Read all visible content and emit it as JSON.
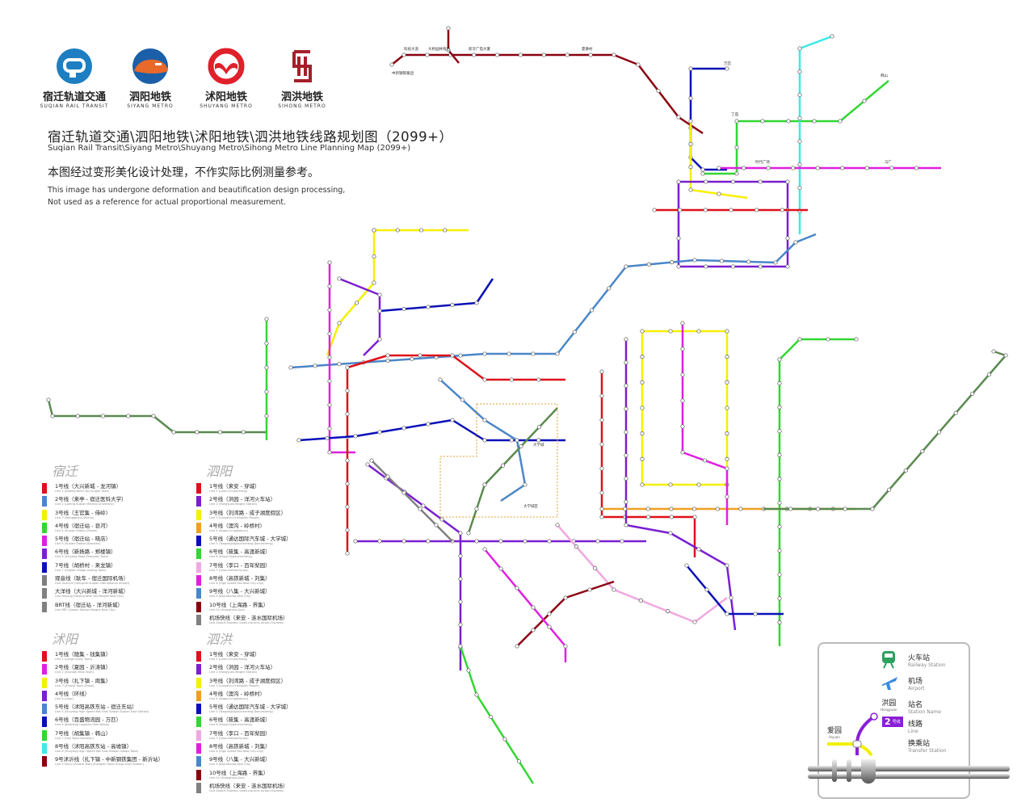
{
  "logos": [
    {
      "cn": "宿迁轨道交通",
      "en": "SUQIAN RAIL TRANSIT",
      "color": "#1d7fc1"
    },
    {
      "cn": "泗阳地铁",
      "en": "SIYANG METRO",
      "color": "#e8692a"
    },
    {
      "cn": "沭阳地铁",
      "en": "SHUYANG METRO",
      "color": "#e0202a"
    },
    {
      "cn": "泗洪地铁",
      "en": "SIHONG METRO",
      "color": "#a3202a"
    }
  ],
  "header": {
    "title": "宿迁轨道交通\\泗阳地铁\\沭阳地铁\\泗洪地铁线路规划图（2099+）",
    "subtitle": "Suqian Rail Transit\\Siyang Metro\\Shuyang Metro\\Sihong Metro Line Planning Map (2099+)",
    "notice": "本图经过变形美化设计处理，不作实际比例测量参考。",
    "notice_en_1": "This image has undergone deformation and beautification design processing,",
    "notice_en_2": "Not used as a reference for actual proportional measurement."
  },
  "legends": [
    {
      "city": "宿迁",
      "lines": [
        {
          "cn": "1号线（大兴新城 - 龙河镇）",
          "en": "Line 1 (Daxing New City-Longhe Town)",
          "color": "#e0101a"
        },
        {
          "cn": "2号线（来亭 - 宿迁医科大学）",
          "en": "Line 2 (Laiting-Suqian Medical University)",
          "color": "#4a86c8"
        },
        {
          "cn": "3号线（王官集 - 侍岭）",
          "en": "Line 3 (Wangguanji-Shiling)",
          "color": "#f5f000"
        },
        {
          "cn": "4号线（宿迁站 - 皂河）",
          "en": "Line 4 (Suqian Station-Zaohe)",
          "color": "#33d633"
        },
        {
          "cn": "5号线（宿迁站 - 晓店）",
          "en": "Line 5 (Suqian Station-Xiaodian)",
          "color": "#e020e0"
        },
        {
          "cn": "6号线（新扬路 - 郑楼镇）",
          "en": "Line 6 (Xinyang Road-Zhenglou Town)",
          "color": "#7a1fd0"
        },
        {
          "cn": "7号线（胡桥村 - 来龙镇）",
          "en": "Line 7 (Huqiao Village-Lailong Town)",
          "color": "#0a10b8"
        },
        {
          "cn": "观音线（耿车 - 宿迁国际机场）",
          "en": "Line Guanyin (Gengche-Suqian International Airport)",
          "color": "#808080"
        },
        {
          "cn": "大洋线（大兴新城 - 洋河新城）",
          "en": "Line Dayang (Daxing New City-Yanghe New City)",
          "color": "#808080"
        },
        {
          "cn": "BRT线（宿迁站 - 洋河新城）",
          "en": "Line BRT (Suqian Station-Yanghe New City)",
          "color": "#808080"
        }
      ]
    },
    {
      "city": "泗阳",
      "lines": [
        {
          "cn": "1号线（来安 - 穿城）",
          "en": "Line 1 (Laian-Chuancheng)",
          "color": "#e0101a"
        },
        {
          "cn": "2号线（洪园 - 洋河火车站）",
          "en": "Line 2 (Hongyuan-Yanghe Station)",
          "color": "#7a1fd0"
        },
        {
          "cn": "3号线（刘湾路 - 成子湖度假区）",
          "en": "Line 3 (Liuwanlu-Chengzihu Resort)",
          "color": "#f5f000"
        },
        {
          "cn": "4号线（澳沟 - 岭桥村）",
          "en": "Line 4 (Aogou-Lingqiaocun)",
          "color": "#f0a020"
        },
        {
          "cn": "5号线（通达国际汽车城 - 大学城）",
          "en": "Line 5 (Tongdaguojiqichecheng-Daxuecheng)",
          "color": "#0a10b8"
        },
        {
          "cn": "6号线（筱集 - 高渡新城）",
          "en": "Line 6 (Xiaoji-Gaoduxincheng)",
          "color": "#33d633"
        },
        {
          "cn": "7号线（李口 - 百年梨园）",
          "en": "Line 7 (Likou-Bainianliyuan)",
          "color": "#f0a8e0"
        },
        {
          "cn": "8号线（高铁新城 - 刘集）",
          "en": "Line 8 (High Speed Rail New City-Liuji)",
          "color": "#e020e0"
        },
        {
          "cn": "9号线（八集 - 大兴新城）",
          "en": "Line 9 (Baji-Daxing New City)",
          "color": "#4a86c8"
        },
        {
          "cn": "10号线（上海路 - 界集）",
          "en": "Line 10 (Shanghailu-Jieji)",
          "color": "#8a0010"
        },
        {
          "cn": "机场快线（来安 - 涟水国际机场）",
          "en": "Line Airport Express (Laian-Lianshui Airport Express)",
          "color": "#808080"
        }
      ]
    },
    {
      "city": "沭阳",
      "lines": [
        {
          "cn": "1号线（陇集 - 钱集镇）",
          "en": "Line 1 (Longji-Qianji Town)",
          "color": "#e0101a"
        },
        {
          "cn": "2号线（夏园 - 沂涛镇）",
          "en": "Line 2 (Xiayuan-Yitao Town)",
          "color": "#e020e0"
        },
        {
          "cn": "3号线（扎下镇 - 周集）",
          "en": "Line 3 (Zhaxia Town-Zhouji)",
          "color": "#f5f000"
        },
        {
          "cn": "4号线（环线）",
          "en": "Line 4 (Loop)",
          "color": "#7a1fd0"
        },
        {
          "cn": "5号线（沭阳高铁东站 - 宿迁东站）",
          "en": "Line 5 (Shuyang High Speed Rail East Station-Suqian East Station)",
          "color": "#4a86c8"
        },
        {
          "cn": "6号线（百盛物流园 - 万匹）",
          "en": "Line 6 (Baisheng Logistics Park-Wanpi)",
          "color": "#0a10b8"
        },
        {
          "cn": "7号线（胡集镇 - 韩山）",
          "en": "Line 7 (Huji Town-Hanshan)",
          "color": "#33d633"
        },
        {
          "cn": "8号线（沭阳高铁东站 - 高墟镇）",
          "en": "Line 8 (Shuyang High Speed Rail East Station-Gaoxu Town)",
          "color": "#40e8e8"
        },
        {
          "cn": "9号沭沂线（扎下镇 - 中新钢铁集团 - 新沂站）",
          "en": "Line 9 Shuyi (Zhaxia Town-Zhongxin Steel Group-Xinyi Station)",
          "color": "#8a0010"
        }
      ]
    },
    {
      "city": "泗洪",
      "lines": [
        {
          "cn": "1号线（来安 - 穿城）",
          "en": "Line 1 (Laian-Chuancheng)",
          "color": "#e0101a"
        },
        {
          "cn": "2号线（洪园 - 洋河火车站）",
          "en": "Line 2 (Hongyuan-Yanghe Station)",
          "color": "#7a1fd0"
        },
        {
          "cn": "3号线（刘湾路 - 成子湖度假区）",
          "en": "Line 3 (Liuwanlu-Chengzihu Resort)",
          "color": "#f5f000"
        },
        {
          "cn": "4号线（澳沟 - 岭桥村）",
          "en": "Line 4 (Aogou-Lingqiaocun)",
          "color": "#f0a020"
        },
        {
          "cn": "5号线（通达国际汽车城 - 大学城）",
          "en": "Line 5 (Tongdaguojiqichecheng-Daxuecheng)",
          "color": "#0a10b8"
        },
        {
          "cn": "6号线（筱集 - 高渡新城）",
          "en": "Line 6 (Xiaoji-Gaoduxincheng)",
          "color": "#33d633"
        },
        {
          "cn": "7号线（李口 - 百年梨园）",
          "en": "Line 7 (Likou-Bainianliyuan)",
          "color": "#f0a8e0"
        },
        {
          "cn": "8号线（高铁新城 - 刘集）",
          "en": "Line 8 (High Speed Rail New City-Liuji)",
          "color": "#e020e0"
        },
        {
          "cn": "9号线（八集 - 大兴新城）",
          "en": "Line 9 (Baji-Daxing New City)",
          "color": "#4a86c8"
        },
        {
          "cn": "10号线（上海路 - 界集）",
          "en": "Line 10 (Shanghailu-Jieji)",
          "color": "#8a0010"
        },
        {
          "cn": "机场快线（来安 - 涟水国际机场）",
          "en": "Line Airport Express (Laian-Lianshui Airport Express)",
          "color": "#808080"
        }
      ]
    }
  ],
  "stations": [
    "科技大道",
    "大桥园林育苗",
    "新沂广电大厦",
    "夏墩村",
    "中新钢铁集团",
    "万匹",
    "丁庙",
    "韩山",
    "时代广场",
    "马厂",
    "大学城",
    "大学城区"
  ],
  "key": {
    "railway": {
      "cn": "火车站",
      "en": "Railway Station"
    },
    "airport": {
      "cn": "机场",
      "en": "Airport"
    },
    "station": {
      "cn": "站名",
      "en": "Station Name",
      "sample_cn": "洪园",
      "sample_en": "Hongyuan"
    },
    "line": {
      "cn": "线路",
      "en": "Line",
      "badge_num": "2",
      "badge_text": "号线"
    },
    "transfer": {
      "cn": "换乘站",
      "en": "Transfer Station",
      "sample_cn": "爱园",
      "sample_en": "Aiyuan"
    }
  }
}
